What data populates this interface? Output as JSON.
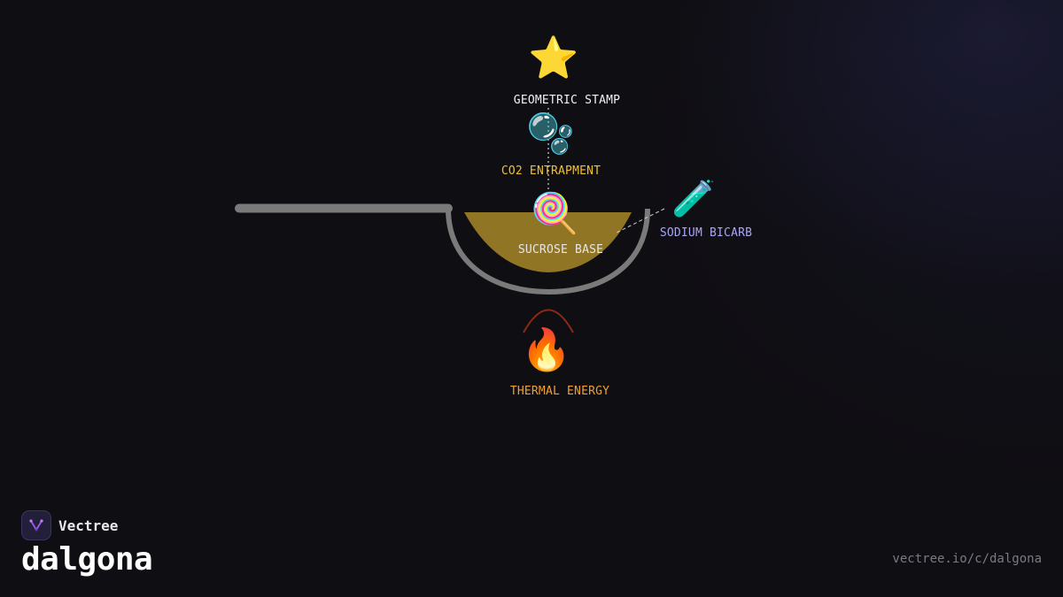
{
  "diagram": {
    "nodes": [
      {
        "id": "stamp",
        "icon": "star-icon",
        "glyph": "⭐",
        "label": "GEOMETRIC STAMP",
        "color": "#f2f2f2"
      },
      {
        "id": "co2",
        "icon": "bubbles-icon",
        "glyph": "🫧",
        "label": "CO2 ENTRAPMENT",
        "color": "#f0c12a"
      },
      {
        "id": "sucrose",
        "icon": "lollipop-icon",
        "glyph": "🍭",
        "label": "SUCROSE BASE",
        "color": "#e6e6e6"
      },
      {
        "id": "bicarb",
        "icon": "test-tube-icon",
        "glyph": "🧪",
        "label": "SODIUM BICARB",
        "color": "#a9a6f0"
      },
      {
        "id": "heat",
        "icon": "fire-icon",
        "glyph": "🔥",
        "label": "THERMAL ENERGY",
        "color": "#f0a030"
      }
    ],
    "colors": {
      "ladle": "#7a7a7a",
      "syrup": "#8f7524",
      "heat_arc": "#8a2a14",
      "connector": "#cfcfd8"
    }
  },
  "footer": {
    "brand_name": "Vectree",
    "title": "dalgona",
    "url": "vectree.io/c/dalgona"
  }
}
